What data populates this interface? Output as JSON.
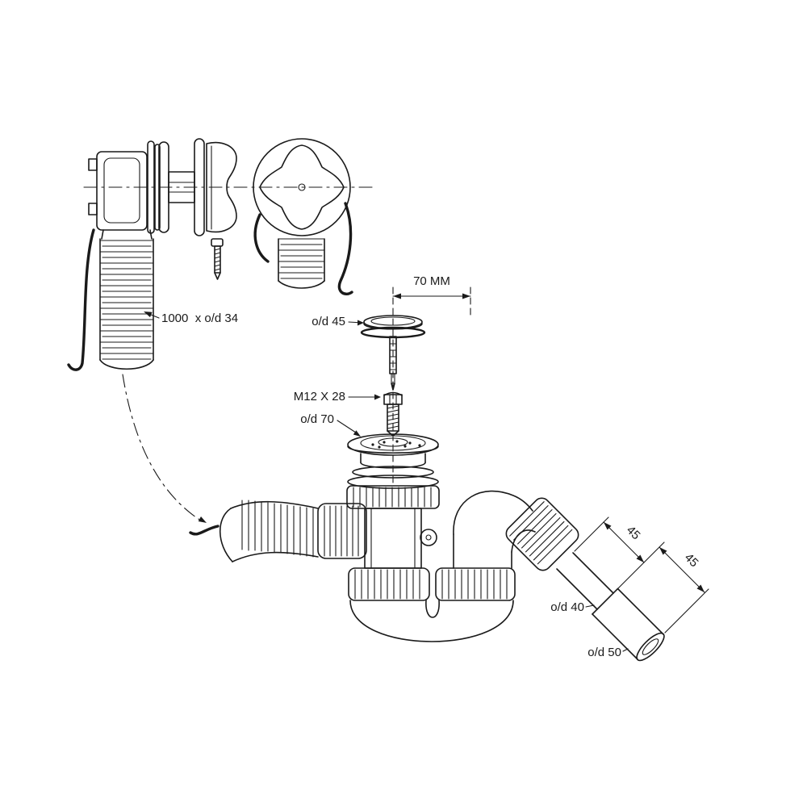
{
  "labels": {
    "hose_spec": "1000  x o/d 34",
    "dim_width": "70 MM",
    "plug_od": "o/d 45",
    "bolt_spec": "M12 X 28",
    "flange_od": "o/d 70",
    "pipe_od": "o/d 40",
    "outlet_od": "o/d 50",
    "dim_a": "45",
    "dim_b": "45"
  },
  "colors": {
    "line": "#1a1a1a",
    "background": "#ffffff"
  }
}
